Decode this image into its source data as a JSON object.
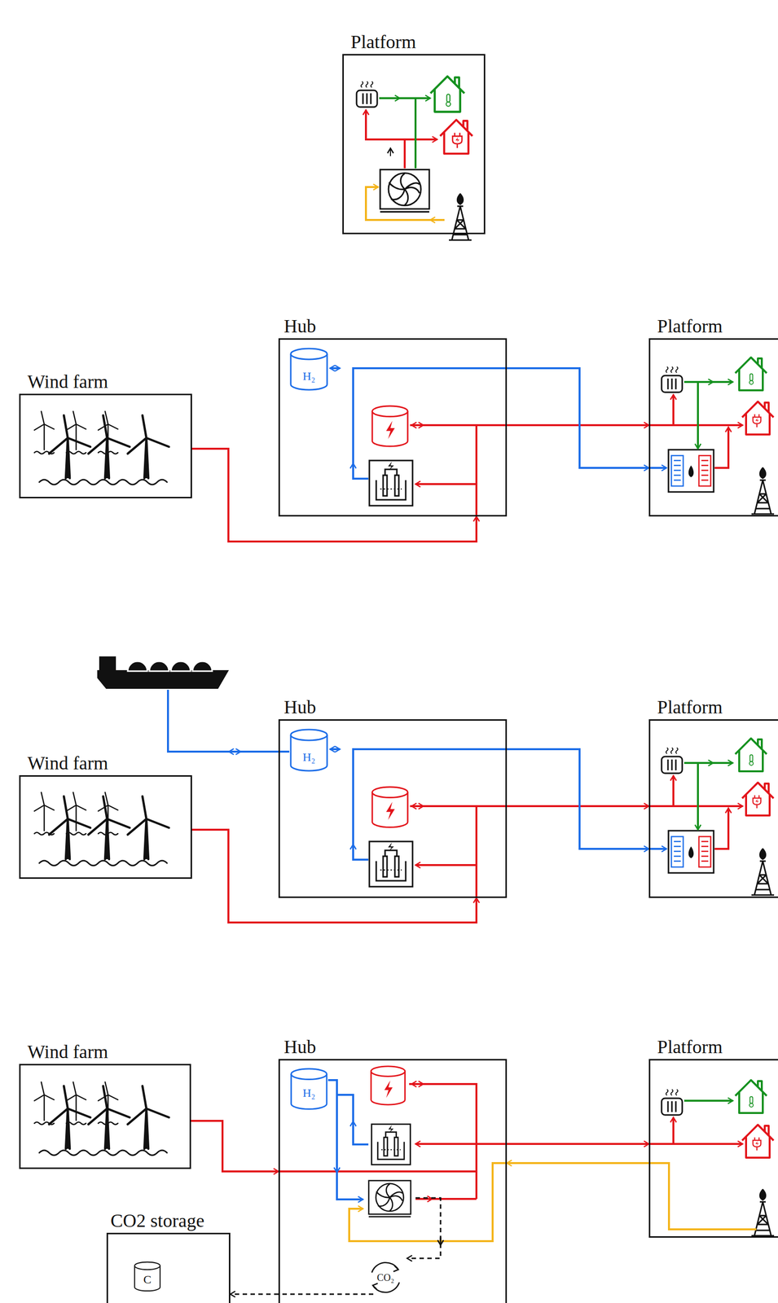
{
  "diagram": {
    "nodes": [
      {
        "text": [
          "Platform"
        ]
      },
      {
        "text": [
          "Hub"
        ]
      },
      {
        "text": [
          "Wind farm"
        ]
      },
      {
        "text": [
          "Platform"
        ]
      },
      {
        "text": [
          "Hub"
        ]
      },
      {
        "text": [
          "Wind farm"
        ]
      },
      {
        "text": [
          "Platform"
        ]
      },
      {
        "text": [
          "Wind farm"
        ]
      },
      {
        "text": [
          "Hub"
        ]
      },
      {
        "text": [
          "Platform"
        ]
      },
      {
        "text": [
          "CO2 storage"
        ]
      }
    ],
    "edges": [
      {
        "from": 2,
        "to": 1,
        "arrow": "to"
      },
      {
        "from": 1,
        "to": 3,
        "arrow": "to"
      },
      {
        "from": 1,
        "to": 3,
        "arrow": "to"
      },
      {
        "from": 5,
        "to": 4,
        "arrow": "to"
      },
      {
        "from": 4,
        "to": 6,
        "arrow": "to"
      },
      {
        "from": 4,
        "to": 6,
        "arrow": "to"
      },
      {
        "from": 7,
        "to": 8,
        "arrow": "to"
      },
      {
        "from": 8,
        "to": 9,
        "arrow": "to"
      },
      {
        "from": 9,
        "to": 8,
        "arrow": "to"
      },
      {
        "from": 8,
        "to": 10,
        "arrow": "to"
      }
    ],
    "labels": [
      "H₂",
      "H₂",
      "H₂",
      "CO₂",
      "C"
    ]
  }
}
